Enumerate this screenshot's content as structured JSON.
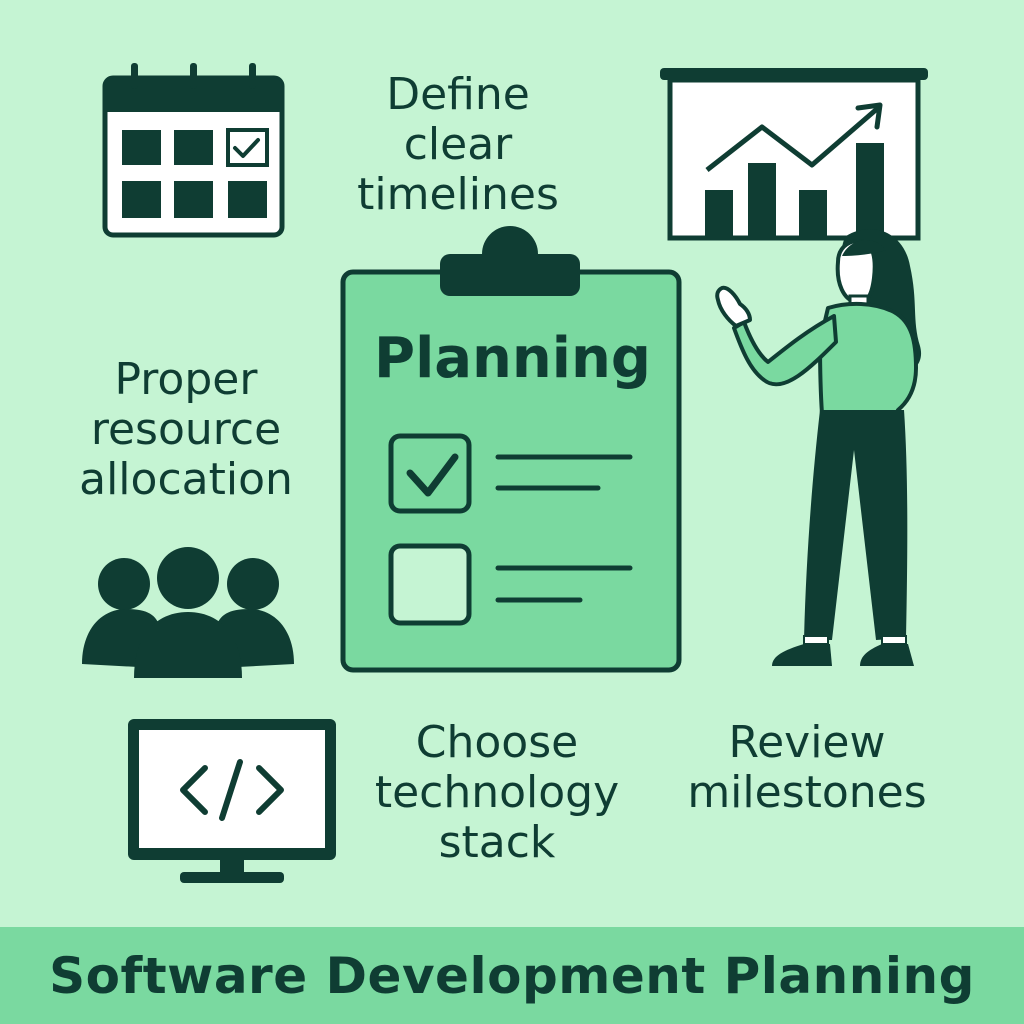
{
  "labels": {
    "timelines": [
      "Define",
      "clear",
      "timelines"
    ],
    "resources": [
      "Proper",
      "resource",
      "allocation"
    ],
    "technology": [
      "Choose",
      "technology",
      "stack"
    ],
    "milestones": [
      "Review",
      "milestones"
    ]
  },
  "clipboard": {
    "title": "Planning",
    "items": [
      {
        "checked": true
      },
      {
        "checked": false
      }
    ]
  },
  "footer": {
    "title": "Software Development Planning"
  },
  "colors": {
    "background": "#c5f4d3",
    "dark": "#0f3d33",
    "accent": "#7ad9a0",
    "white": "#ffffff"
  },
  "icons": [
    "calendar-icon",
    "chart-board-icon",
    "clipboard-icon",
    "team-icon",
    "code-monitor-icon",
    "presenter-woman-icon"
  ]
}
